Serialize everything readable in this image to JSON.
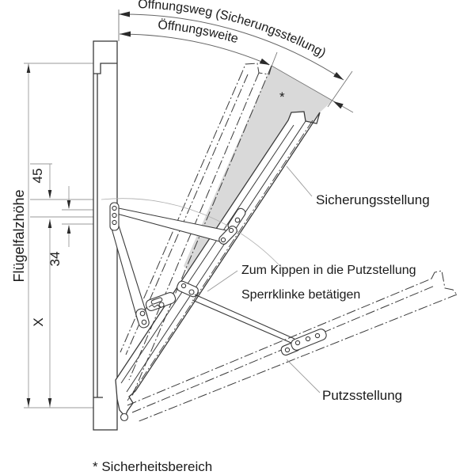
{
  "diagram": {
    "arc_labels": {
      "outer": "Öffnungsweg (Sicherungsstellung)",
      "inner": "Öffnungsweite"
    },
    "dimensions": {
      "sash_rebate_height": "Flügelfalzhöhe",
      "top_hinge_offset": "45",
      "hinge_spacing": "34",
      "lower_span": "X"
    },
    "annotations": {
      "security_position": "Sicherungsstellung",
      "tilt_instruction_line1": "Zum Kippen in die Putzstellung",
      "tilt_instruction_line2": "Sperrklinke betätigen",
      "cleaning_position": "Putzsstellung",
      "safety_star": "*",
      "footnote": "* Sicherheitsbereich"
    },
    "colors": {
      "background": "#ffffff",
      "drawing_line": "#3a3a3a",
      "dimension_line": "#9a9a9a",
      "extension_line": "#777777",
      "safety_zone_fill": "#d9d9d9",
      "text": "#1a1a1a"
    }
  }
}
